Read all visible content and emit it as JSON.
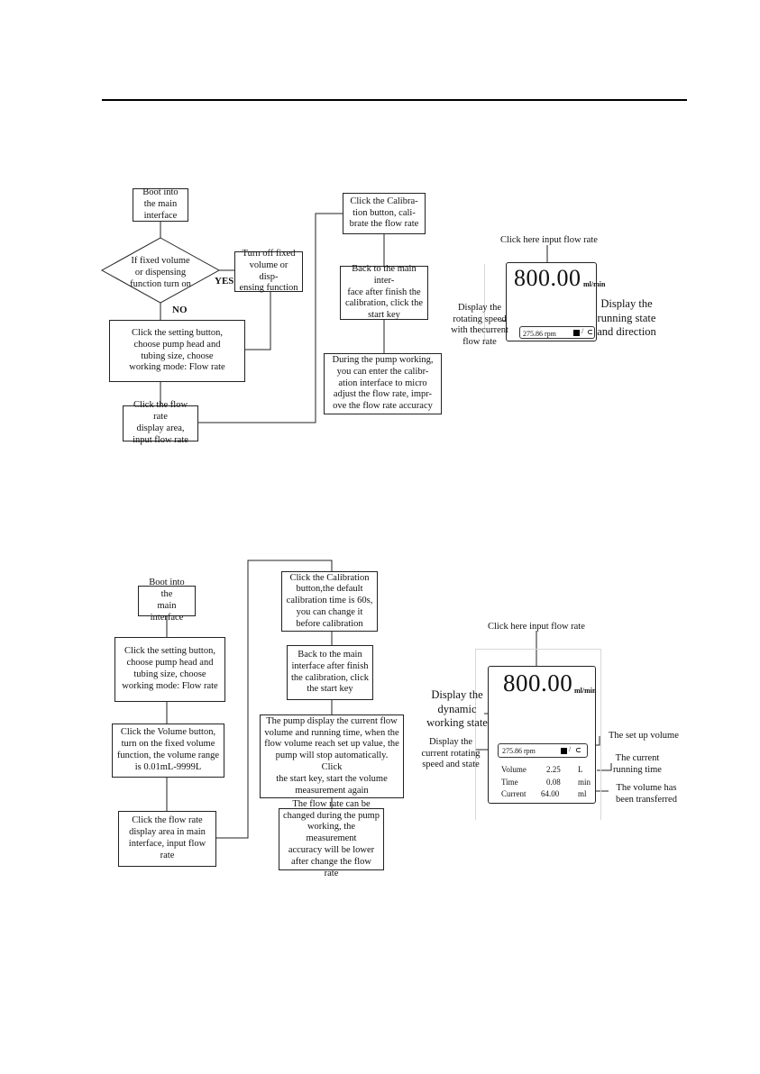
{
  "flowchart1": {
    "boot": "Boot into\nthe main\ninterface",
    "decision": "If fixed volume\nor dispensing\nfunction turn on",
    "turn_off": "Turn off fixed\nvolume or disp-\nensing function",
    "yes_label": "YES",
    "no_label": "NO",
    "setting": "Click the  setting button,\nchoose pump head and\ntubing size, choose\nworking mode: Flow rate",
    "flow_area": "Click the flow rate\ndisplay area,\ninput flow rate",
    "calibration": "Click the Calibra-\ntion button, cali-\nbrate the flow rate",
    "back_main": "Back to the main inter-\nface after finish the\ncalibration, click the\nstart key",
    "during": "During the pump working,\nyou can enter the calibr-\nation interface to micro\nadjust the flow rate, impr-\nove the flow rate accuracy"
  },
  "display1": {
    "click_here": "Click here input flow rate",
    "flow_value": "800.00",
    "unit": "ml/min",
    "speed_note": "Display the\nrotating speed\nwith thecurrent\nflow rate",
    "state_note": "Display the\nrunning state\nand direction",
    "rpm": "275.86  rpm",
    "slash": "/",
    "dir_glyph": "⊂"
  },
  "flowchart2": {
    "boot": "Boot into the\nmain interface",
    "setting": "Click the setting button,\nchoose pump head and\ntubing size, choose\nworking mode: Flow rate",
    "volume": "Click the Volume button,\nturn on the fixed volume\nfunction, the volume range\nis 0.01mL-9999L",
    "flow_area": "Click the flow rate\ndisplay area in main\ninterface, input flow\nrate",
    "calibration": "Click the Calibration\nbutton,the default\ncalibration time is 60s,\nyou can change it\nbefore calibration",
    "back_main": "Back to the main\ninterface after finish\nthe calibration, click\nthe start key",
    "pump_display": "The pump display the current flow\nvolume and running time, when the\nflow volume reach set up value, the\npump will stop automatically. Click\nthe start key, start the volume\nmeasurement again",
    "changed": "The flow rate can be\nchanged during the pump\nworking, the measurement\naccuracy will be lower\nafter change the flow rate"
  },
  "display2": {
    "click_here": "Click here input flow rate",
    "flow_value": "800.00",
    "unit": "ml/min",
    "dynamic_note": "Display the\ndynamic\nworking state",
    "current_note": "Display the\ncurrent rotating\nspeed and state",
    "setup_note": "The set up volume",
    "time_note": "The current\nrunning time",
    "transferred_note": "The volume has\nbeen transferred",
    "rpm": "275.86  rpm",
    "slash": "/",
    "dir_glyph": "⊂",
    "rows": [
      {
        "label": "Volume",
        "value": "2.25",
        "unit": "L"
      },
      {
        "label": "Time",
        "value": "0.08",
        "unit": "min"
      },
      {
        "label": "Current",
        "value": "64.00",
        "unit": "ml"
      }
    ]
  },
  "icons": {
    "pump": "peristaltic-pump-icon",
    "beaker": "beaker-icon",
    "stop": "stop-icon",
    "direction": "rotation-direction-icon"
  }
}
